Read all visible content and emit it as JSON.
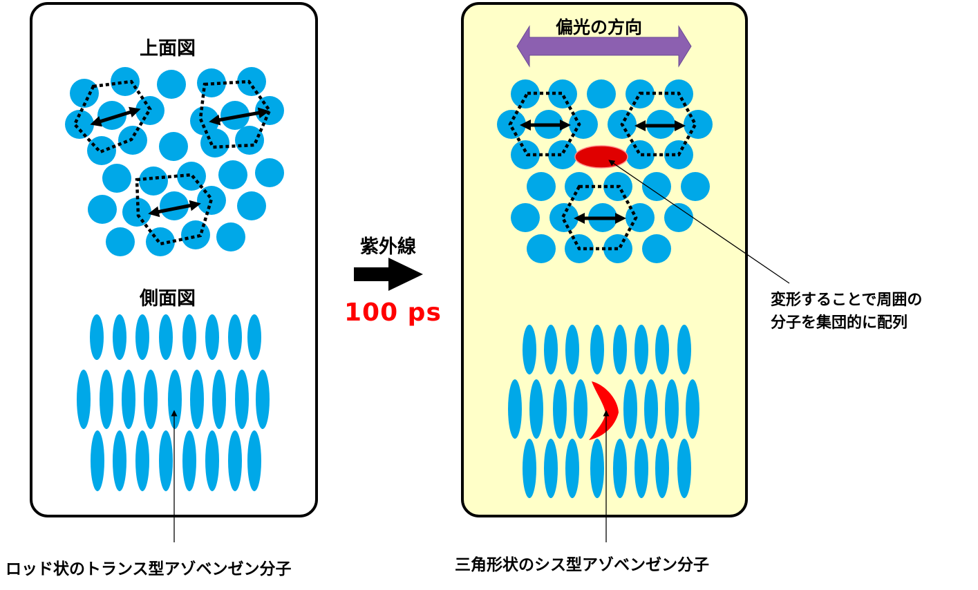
{
  "labels": {
    "top_view": "上面図",
    "side_view": "側面図",
    "uv": "紫外線",
    "time": "100 ps",
    "polarization": "偏光の方向",
    "deform_note_line1": "変形することで周囲の",
    "deform_note_line2": "分子を集団的に配列",
    "trans_caption": "ロッド状のトランス型アゾベンゼン分子",
    "cis_caption": "三角形状のシス型アゾベンゼン分子"
  },
  "colors": {
    "molecule_blue": "#00a8e8",
    "cis_red": "#ff0000",
    "polarization_arrow": "#8c60b0",
    "right_panel_bg": "#ffffc8",
    "time_text": "#ff0000"
  }
}
